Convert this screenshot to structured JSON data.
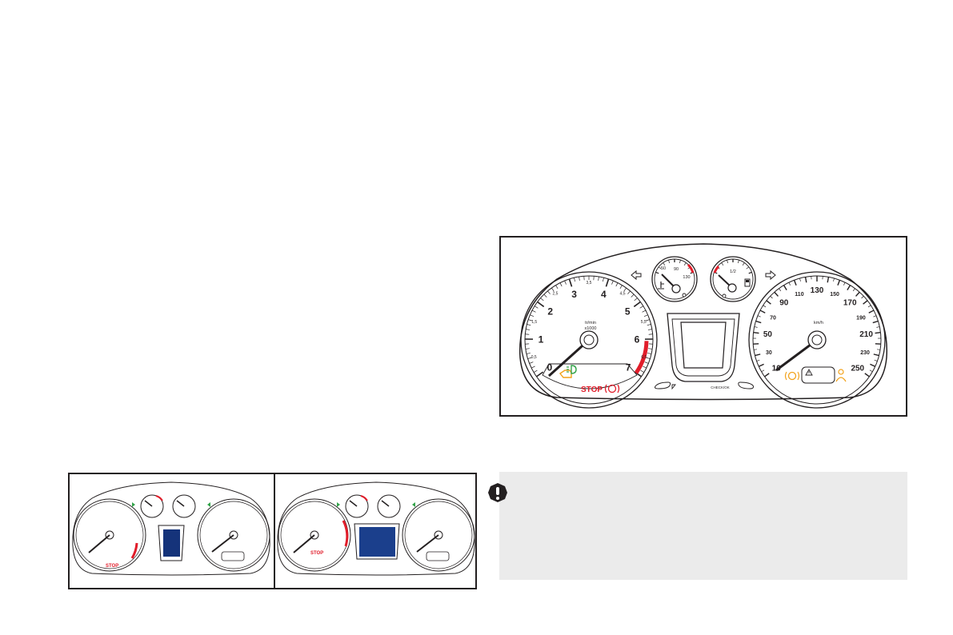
{
  "main_cluster": {
    "tachometer": {
      "major_numbers": [
        "0",
        "1",
        "2",
        "3",
        "4",
        "5",
        "6",
        "7"
      ],
      "minor_numbers": [
        "0,5",
        "1,5",
        "2,5",
        "3,5",
        "4,5",
        "5,5",
        "6,5"
      ],
      "unit_line1": "tr/min",
      "unit_line2": "x1000"
    },
    "temperature_gauge": {
      "labels": [
        "50",
        "90",
        "130"
      ]
    },
    "fuel_gauge": {
      "label": "1/2"
    },
    "speedometer": {
      "numbers": [
        "10",
        "30",
        "50",
        "70",
        "90",
        "110",
        "130",
        "150",
        "170",
        "190",
        "210",
        "230",
        "250"
      ],
      "unit": "km/h"
    },
    "stop_label": "STOP",
    "check_label": "CHECK/OK",
    "colors": {
      "warning_red": "#e11d2a",
      "amber": "#f2a21b",
      "green": "#33a34a",
      "outline": "#231f20"
    }
  },
  "small_clusters": {
    "left_stop_label": "STOP",
    "right_stop_label": "STOP",
    "screen_color_left": "#15337a",
    "screen_color_right": "#1b3f8c"
  },
  "note": {
    "icon": "exclamation-icon",
    "text": ""
  }
}
